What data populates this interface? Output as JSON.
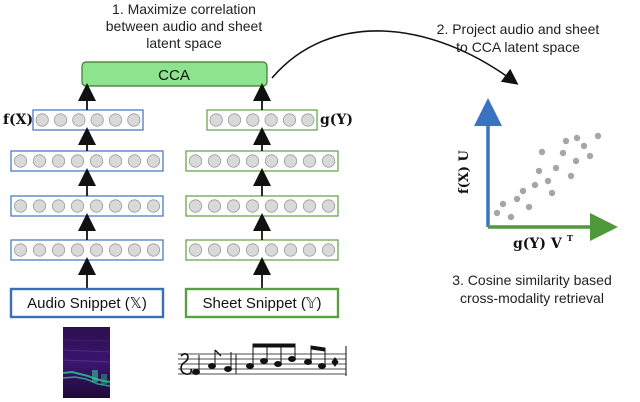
{
  "step1": {
    "line1": "1. Maximize correlation",
    "line2": "between audio and sheet",
    "line3": "latent space"
  },
  "step2": {
    "line1": "2. Project audio and sheet",
    "line2": "to CCA latent space"
  },
  "step3": {
    "line1": "3. Cosine similarity based",
    "line2": "cross-modality retrieval"
  },
  "cca_label": "CCA",
  "audio_embedding_label": "f(X)",
  "sheet_embedding_label": "g(Y)",
  "audio_input_label": "Audio Snippet (𝕏)",
  "sheet_input_label": "Sheet Snippet (𝕐)",
  "plot": {
    "y_axis_label": "f(X) U",
    "x_axis_label": "g(Y) V",
    "x_axis_superscript": "T"
  },
  "colors": {
    "audio": "#4a7cc4",
    "sheet": "#6aa84f",
    "cca_fill": "#8ee38e",
    "node_fill": "#d9d9d9",
    "node_stroke": "#999999",
    "point": "#a6a6a6"
  },
  "icons": [
    "arrow-up-icon",
    "curved-arrow-icon",
    "spectrogram-image",
    "music-notes-image"
  ]
}
